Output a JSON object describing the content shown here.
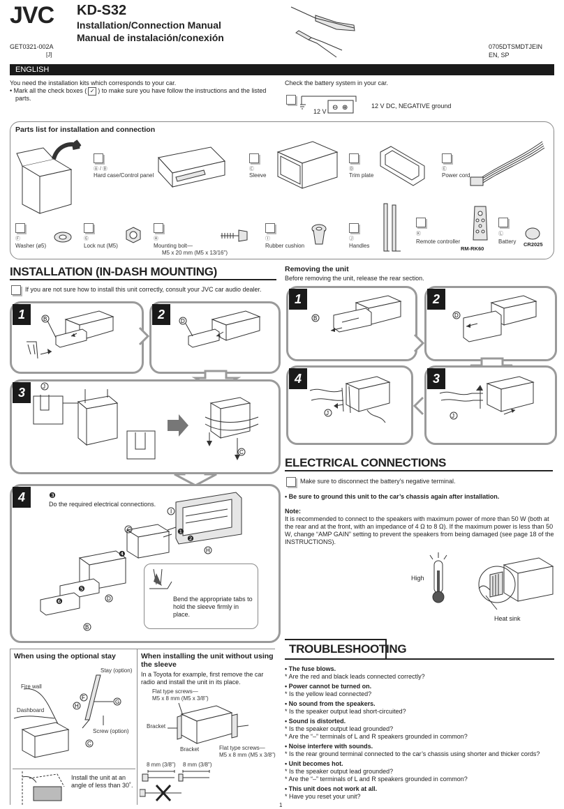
{
  "header": {
    "brand": "JVC",
    "model": "KD-S32",
    "title_en": "Installation/Connection Manual",
    "title_es": "Manual de instalación/conexión",
    "code_left": "GET0321-002A",
    "code_left_sub": "[J]",
    "code_right": "0705DTSMDTJEIN",
    "code_right_sub": "EN, SP"
  },
  "language_bar": "ENGLISH",
  "intro": {
    "line1": "You need the installation kits which corresponds to your car.",
    "line2a": "• Mark all the check boxes (",
    "line2b": ") to make sure you have follow the instructions and the listed",
    "line3": "parts.",
    "battery_check": "Check the battery system in your car.",
    "battery_voltage": "12 V",
    "battery_desc": "12 V DC, NEGATIVE ground"
  },
  "parts": {
    "heading": "Parts list for installation and connection",
    "items": [
      {
        "mark": "Ⓐ / Ⓑ",
        "label": "Hard case/Control panel"
      },
      {
        "mark": "Ⓒ",
        "label": "Sleeve"
      },
      {
        "mark": "Ⓓ",
        "label": "Trim plate"
      },
      {
        "mark": "Ⓔ",
        "label": "Power cord"
      },
      {
        "mark": "Ⓕ",
        "label": "Washer (ø5)"
      },
      {
        "mark": "Ⓖ",
        "label": "Lock nut (M5)"
      },
      {
        "mark": "Ⓗ",
        "label": "Mounting bolt—"
      },
      {
        "mark": "Ⓘ",
        "label": "Rubber cushion"
      },
      {
        "mark": "Ⓙ",
        "label": "Handles"
      },
      {
        "mark": "Ⓚ",
        "label": "Remote controller"
      },
      {
        "mark": "Ⓛ",
        "label": "Battery"
      }
    ],
    "bolt_size": "M5 x 20 mm (M5 x 13/16\")",
    "remote_model": "RM-RK60",
    "battery_model": "CR2025"
  },
  "installation": {
    "heading": "INSTALLATION (IN-DASH MOUNTING)",
    "note": "If you are not sure how to install this unit correctly, consult your JVC car audio dealer.",
    "steps": [
      "1",
      "2",
      "3",
      "4"
    ],
    "step4_circle": "❸",
    "step4_text": "Do the required electrical connections.",
    "bend_text": "Bend the appropriate tabs to hold the sleeve firmly in place.",
    "callouts": {
      "b": "B",
      "c": "C",
      "d": "D",
      "h": "H",
      "i": "I",
      "j": "J"
    },
    "circled_steps": [
      "❶",
      "❷",
      "❹",
      "❺",
      "❻"
    ]
  },
  "removing": {
    "heading": "Removing the unit",
    "text": "Before removing the unit, release the rear section.",
    "steps": [
      "1",
      "2",
      "4",
      "3"
    ]
  },
  "electrical": {
    "heading": "ELECTRICAL CONNECTIONS",
    "check_text": "Make sure to disconnect the battery’s negative terminal.",
    "bullet": "• Be sure to ground this unit to the car’s chassis again after installation.",
    "note_label": "Note:",
    "note_text": "It is recommended to connect to the speakers with maximum power of more than 50 W (both at the rear and at the front, with an impedance of 4 Ω to 8 Ω). If the maximum power is less than 50 W, change “AMP GAIN” setting to prevent the speakers from being damaged (see page 18 of the INSTRUCTIONS).",
    "high_label": "High",
    "heatsink_label": "Heat sink"
  },
  "optional_stay": {
    "heading": "When using the optional stay",
    "stay": "Stay (option)",
    "firewall": "Fire wall",
    "dashboard": "Dashboard",
    "screw": "Screw (option)",
    "angle_text": "Install the unit at an angle of less than 30˚."
  },
  "without_sleeve": {
    "heading": "When installing the unit without using the sleeve",
    "text": "In a Toyota for example, first remove the car radio and install the unit in its place.",
    "flat_screws_1": "Flat type screws—",
    "flat_screws_1b": "M5 x 8 mm (M5 x 3/8\")",
    "bracket1": "Bracket",
    "bracket2": "Bracket",
    "flat_screws_2": "Flat type screws—",
    "flat_screws_2b": "M5 x 8 mm (M5 x 3/8\")",
    "len1": "8 mm (3/8\")",
    "len2": "8 mm (3/8\")"
  },
  "troubleshooting": {
    "heading": "TROUBLESHOOTING",
    "items": [
      {
        "q": "• The fuse blows.",
        "a": [
          "* Are the red and black leads connected correctly?"
        ]
      },
      {
        "q": "• Power cannot be turned on.",
        "a": [
          "* Is the yellow lead connected?"
        ]
      },
      {
        "q": "• No sound from the speakers.",
        "a": [
          "* Is the speaker output lead short-circuited?"
        ]
      },
      {
        "q": "• Sound is distorted.",
        "a": [
          "* Is the speaker output lead grounded?",
          "* Are the “–” terminals of L and R speakers grounded in common?"
        ]
      },
      {
        "q": "• Noise interfere with sounds.",
        "a": [
          "* Is the rear ground terminal connected to the car’s chassis using shorter and thicker cords?"
        ]
      },
      {
        "q": "• Unit becomes hot.",
        "a": [
          "* Is the speaker output lead grounded?",
          "* Are the “–” terminals of L and R speakers grounded in common?"
        ]
      },
      {
        "q": "• This unit does not work at all.",
        "a": [
          "* Have you reset your unit?"
        ]
      }
    ]
  },
  "page_number": "1"
}
